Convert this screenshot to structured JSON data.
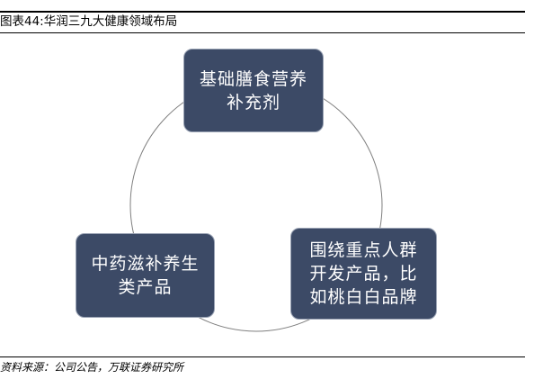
{
  "title": "图表44:华润三九大健康领域布局",
  "nodes": {
    "top": "基础膳食营养\n补充剂",
    "right": "围绕重点人群\n开发产品，比\n如桃白白品牌",
    "left": "中药滋补养生\n类产品"
  },
  "source": "资料来源：公司公告，万联证券研究所",
  "colors": {
    "box_fill": "#3c4a66",
    "box_text": "#ffffff",
    "circle_stroke": "#7f7f7f"
  }
}
